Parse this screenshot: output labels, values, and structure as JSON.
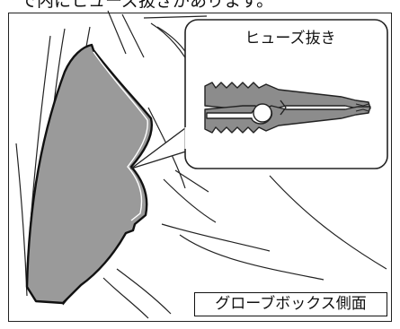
{
  "top_text": "で内にヒューズ抜きがあります。",
  "callout_title": "ヒューズ抜き",
  "caption": "グローブボックス側面"
}
